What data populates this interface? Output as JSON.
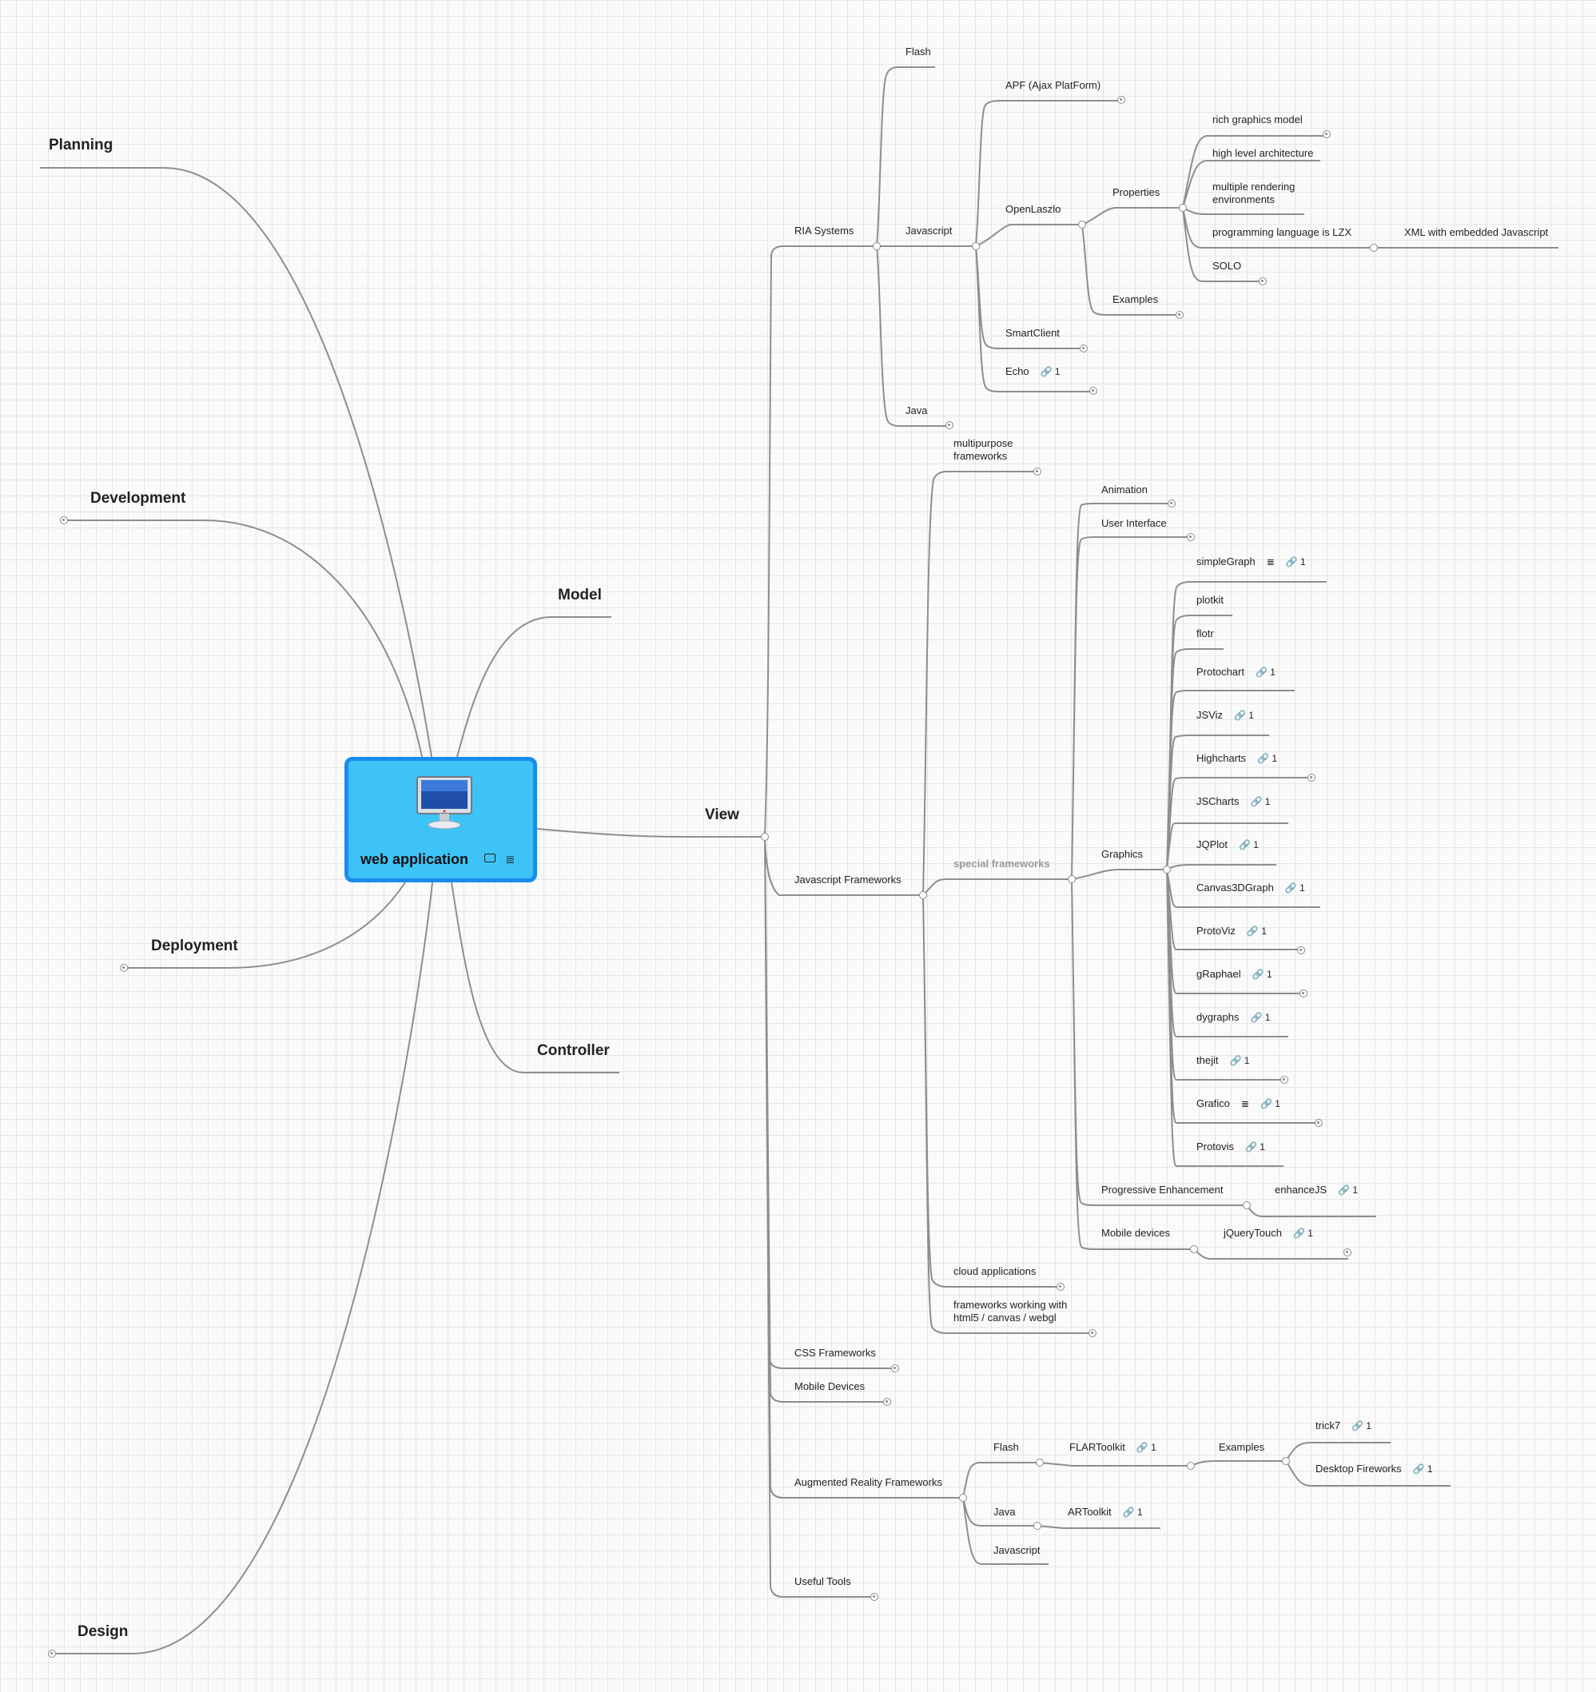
{
  "root": {
    "label": "web application",
    "icon": "monitor-icon"
  },
  "main_topics": {
    "planning": "Planning",
    "development": "Development",
    "deployment": "Deployment",
    "design": "Design",
    "model": "Model",
    "controller": "Controller",
    "view": "View"
  },
  "view": {
    "ria": "RIA Systems",
    "ria_flash": "Flash",
    "ria_javascript": "Javascript",
    "ria_java": "Java",
    "apf": "APF (Ajax PlatForm)",
    "openlaszlo": "OpenLaszlo",
    "properties": "Properties",
    "props": [
      "rich graphics model",
      "high level architecture",
      "multiple rendering environments",
      "programming language is LZX",
      "SOLO"
    ],
    "lzx_child": "XML with embedded Javascript",
    "examples": "Examples",
    "smartclient": "SmartClient",
    "echo": "Echo",
    "js_frameworks": "Javascript Frameworks",
    "multipurpose": "multipurpose frameworks",
    "special": "special frameworks",
    "animation": "Animation",
    "user_interface": "User Interface",
    "graphics": "Graphics",
    "graphics_items": [
      {
        "name": "simpleGraph",
        "link": "1",
        "note": true
      },
      {
        "name": "plotkit",
        "link": ""
      },
      {
        "name": "flotr",
        "link": ""
      },
      {
        "name": "Protochart",
        "link": "1"
      },
      {
        "name": "JSViz",
        "link": "1"
      },
      {
        "name": "Highcharts",
        "link": "1"
      },
      {
        "name": "JSCharts",
        "link": "1"
      },
      {
        "name": "JQPlot",
        "link": "1"
      },
      {
        "name": "Canvas3DGraph",
        "link": "1"
      },
      {
        "name": "ProtoViz",
        "link": "1"
      },
      {
        "name": "gRaphael",
        "link": "1"
      },
      {
        "name": "dygraphs",
        "link": "1"
      },
      {
        "name": "thejit",
        "link": "1"
      },
      {
        "name": "Grafico",
        "link": "1",
        "note": true
      },
      {
        "name": "Protovis",
        "link": "1"
      }
    ],
    "progressive": "Progressive Enhancement",
    "enhancejs": "enhanceJS",
    "mobile_devices_sub": "Mobile devices",
    "jquerytouch": "jQueryTouch",
    "cloud": "cloud applications",
    "html5": "frameworks working with html5 / canvas / webgl",
    "css": "CSS Frameworks",
    "mobile": "Mobile Devices",
    "ar": "Augmented Reality Frameworks",
    "ar_flash": "Flash",
    "flartoolkit": "FLARToolkit",
    "ar_examples": "Examples",
    "trick7": "trick7",
    "desktop_fireworks": "Desktop Fireworks",
    "ar_java": "Java",
    "artoolkit": "ARToolkit",
    "ar_javascript": "Javascript",
    "useful_tools": "Useful Tools",
    "link_count": "1"
  },
  "colors": {
    "root_fill": "#3ec3f7",
    "root_border": "#1a8cf0",
    "line": "#8e8e8e"
  }
}
